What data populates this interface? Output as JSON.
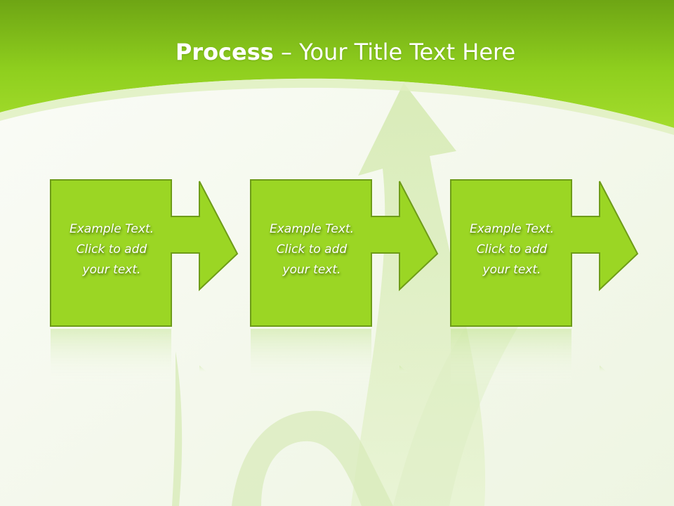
{
  "title": {
    "bold": "Process",
    "rest": " – Your Title Text Here"
  },
  "steps": [
    {
      "label": "Example Text.\nClick  to add\nyour text."
    },
    {
      "label": "Example Text.\nClick  to add\nyour text."
    },
    {
      "label": "Example Text.\nClick  to add\nyour text."
    }
  ],
  "colors": {
    "header_green": "#8ccc1c",
    "box_fill": "#9bd624",
    "box_border": "#6e9c18",
    "text": "#ffffff"
  }
}
